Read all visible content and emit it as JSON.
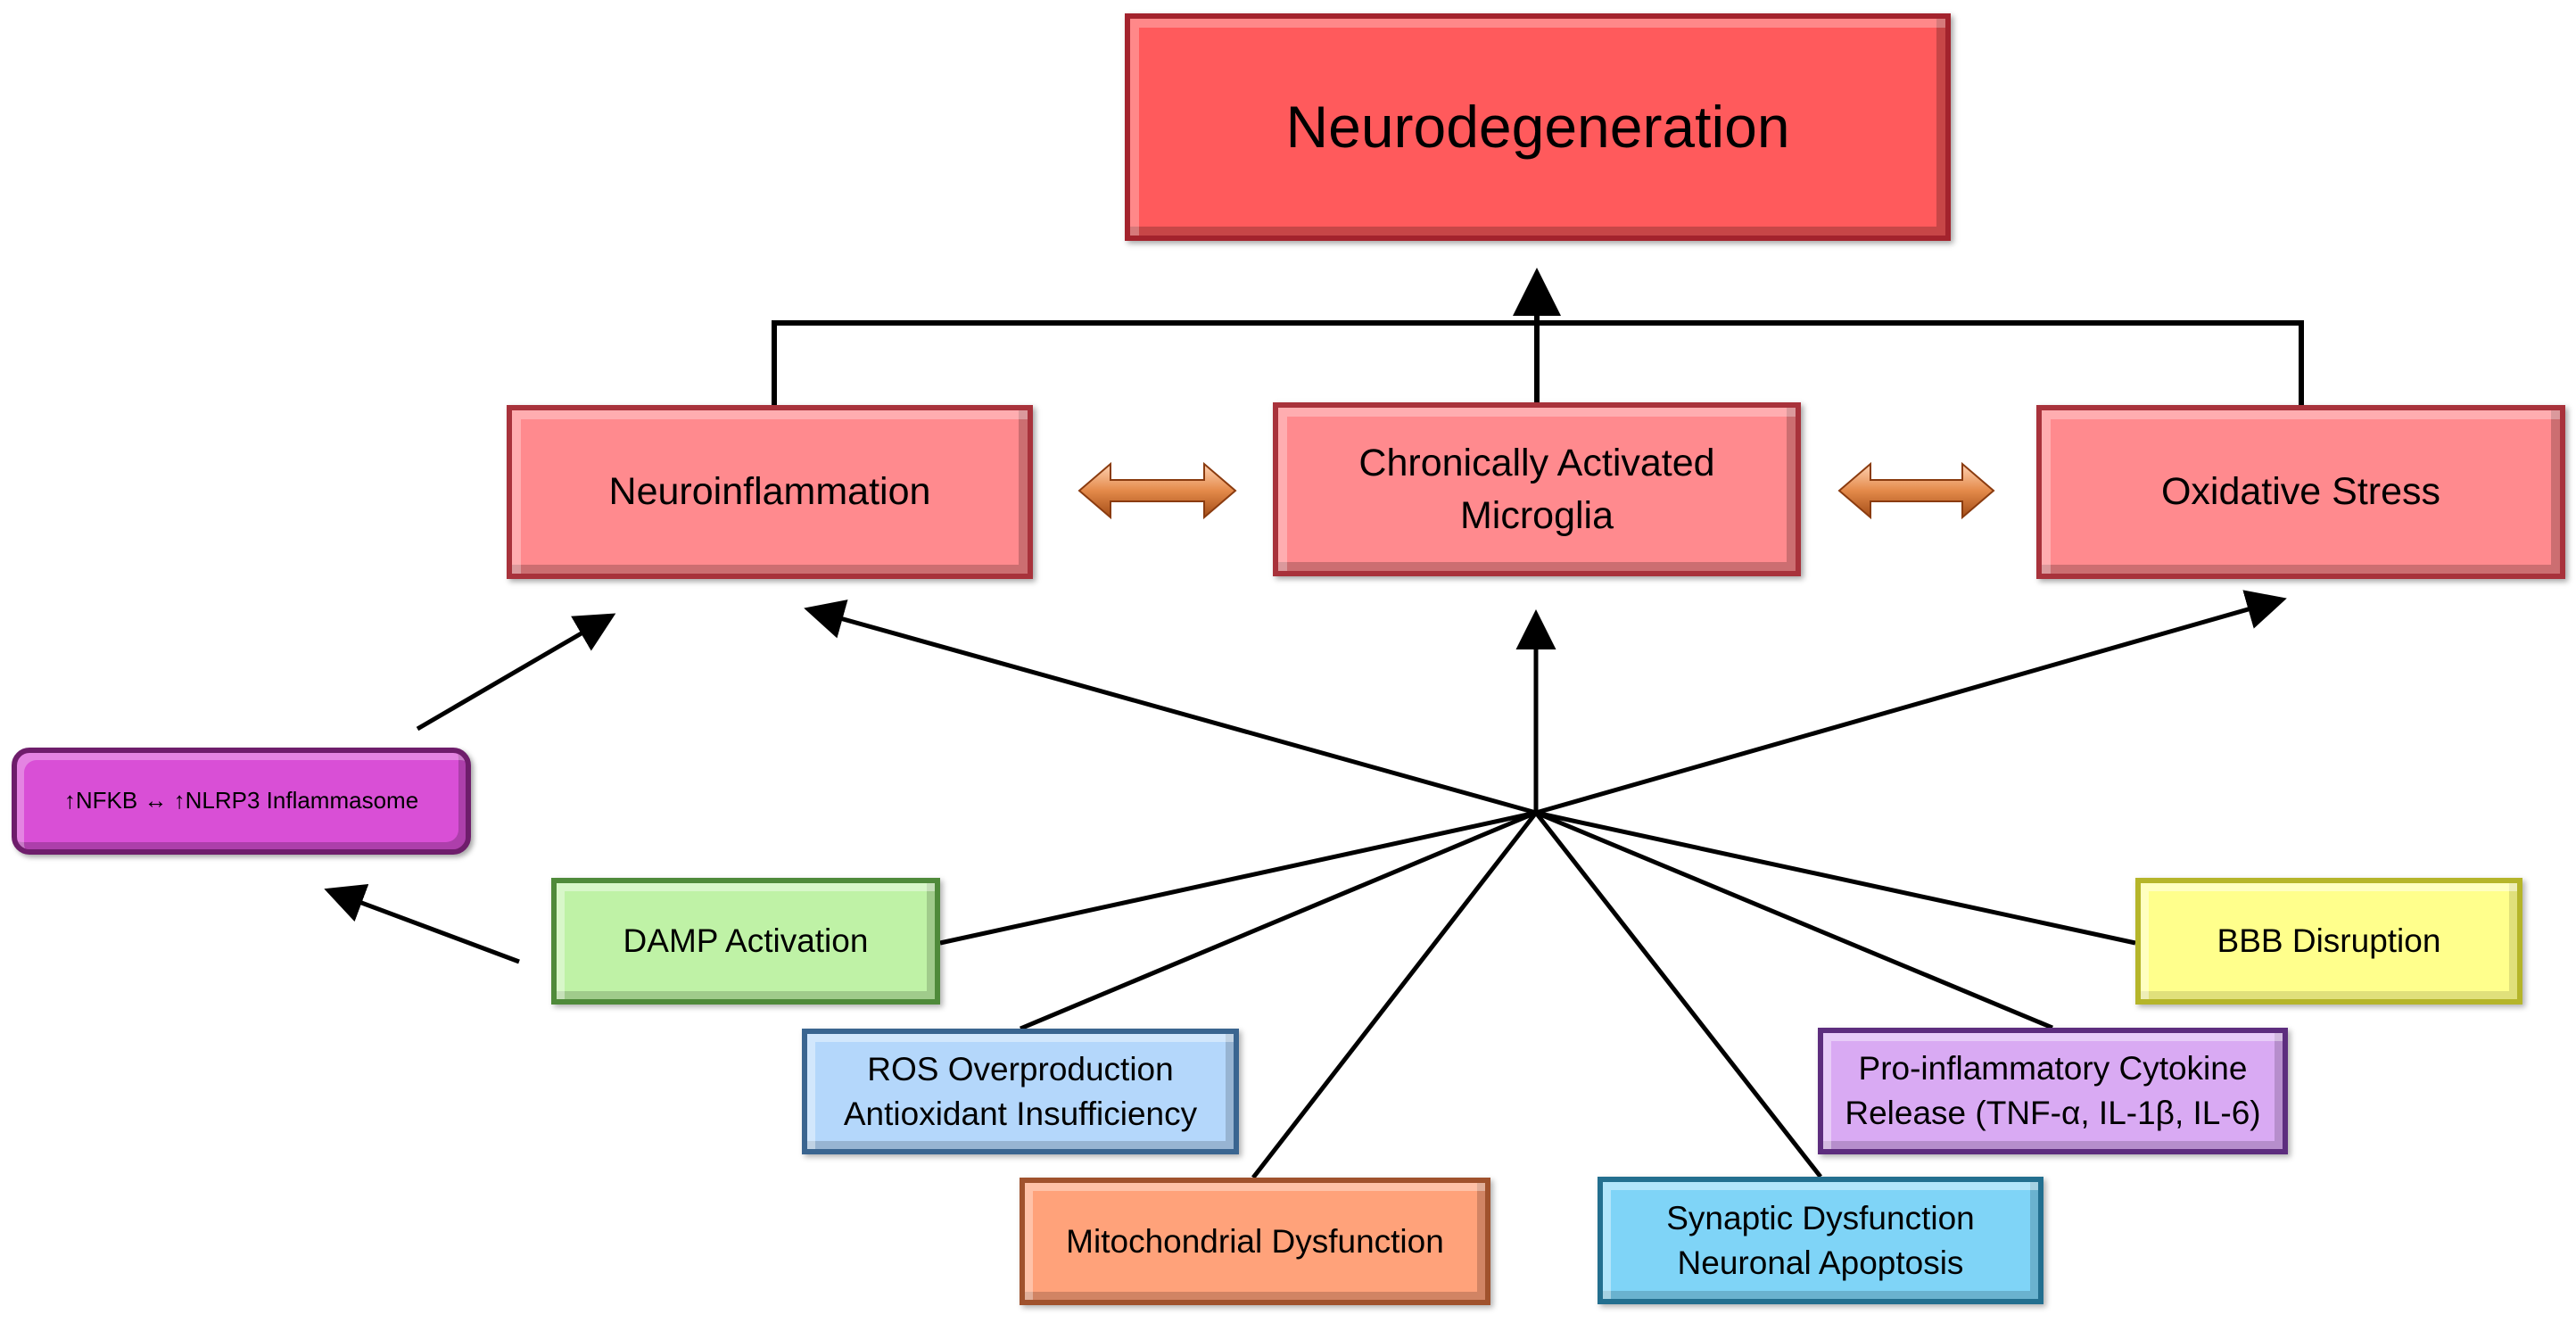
{
  "top": {
    "label": "Neurodegeneration"
  },
  "middle": {
    "neuroinflammation": "Neuroinflammation",
    "microglia": "Chronically Activated\nMicroglia",
    "oxidative_stress": "Oxidative Stress"
  },
  "pathway": {
    "nfkb_nlrp3": "↑NFKB ↔ ↑NLRP3 Inflammasome"
  },
  "causes": {
    "damp": "DAMP Activation",
    "ros": "ROS Overproduction\nAntioxidant Insufficiency",
    "mitochondrial": "Mitochondrial Dysfunction",
    "synaptic": "Synaptic Dysfunction\nNeuronal Apoptosis",
    "cytokine": "Pro-inflammatory Cytokine\nRelease (TNF-α, IL-1β, IL-6)",
    "bbb": "BBB Disruption"
  },
  "colors": {
    "top": "#ff5a5c",
    "middle": "#ff8a8e",
    "nfkb": "#d94fd6",
    "damp": "#bff2a6",
    "ros": "#b4d7fb",
    "mitochondrial": "#ffa27a",
    "synaptic": "#7fd4f7",
    "cytokine": "#d9aaf3",
    "bbb": "#ffff8c",
    "double_arrow": "#e07b3c"
  }
}
